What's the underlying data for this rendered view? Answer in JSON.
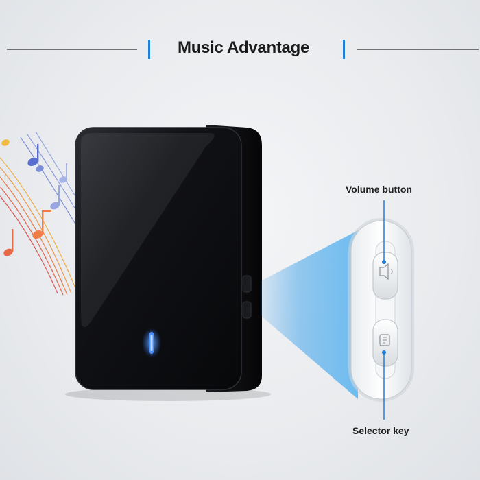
{
  "header": {
    "title": "Music Advantage"
  },
  "callouts": {
    "volume_label": "Volume button",
    "selector_label": "Selector key"
  },
  "colors": {
    "accent": "#1f7fd9",
    "device_body": "#0b0c0f",
    "led": "#2f7dff",
    "beam": "#4aa9e8"
  },
  "icons": [
    "music-notes-icon",
    "led-indicator-icon",
    "volume-icon",
    "selector-icon"
  ]
}
